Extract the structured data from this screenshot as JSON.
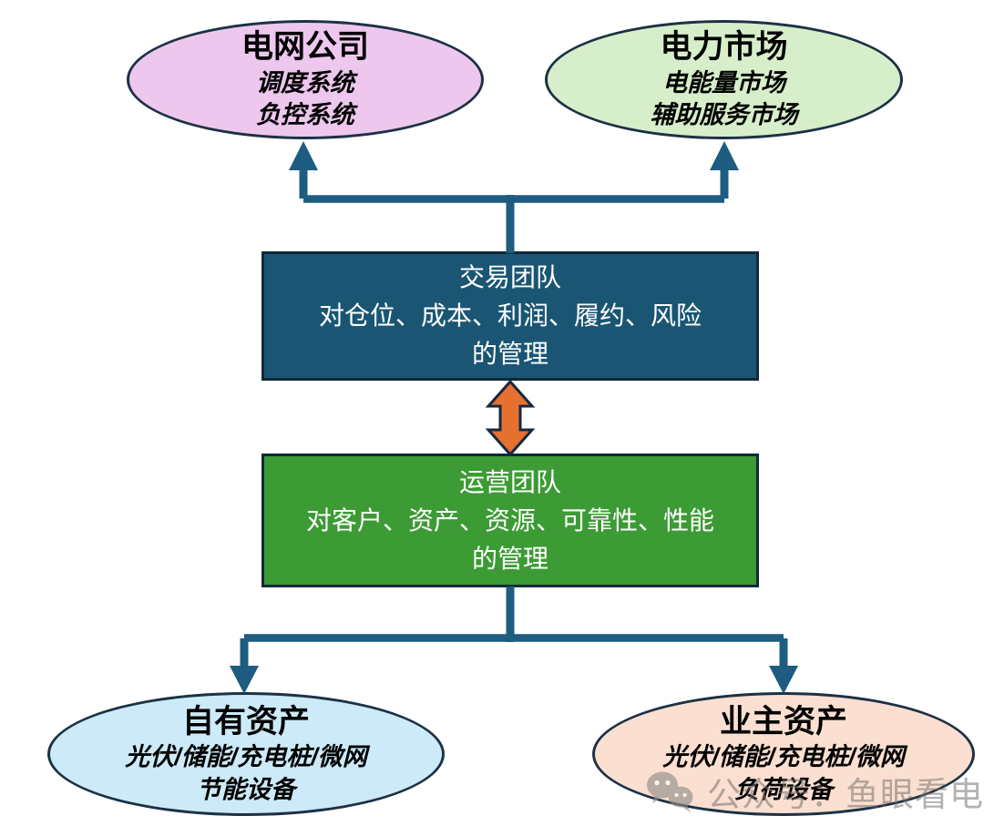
{
  "diagram": {
    "nodes": {
      "grid_company": {
        "title": "电网公司",
        "subtitle_lines": [
          "调度系统",
          "负控系统"
        ],
        "fill": "#edc7ed"
      },
      "power_market": {
        "title": "电力市场",
        "subtitle_lines": [
          "电能量市场",
          "辅助服务市场"
        ],
        "fill": "#d7eeca"
      },
      "trading_team": {
        "line1": "交易团队",
        "line2": "对仓位、成本、利润、履约、风险",
        "line3": "的管理",
        "fill": "#1a5674"
      },
      "operations_team": {
        "line1": "运营团队",
        "line2": "对客户、资产、资源、可靠性、性能",
        "line3": "的管理",
        "fill": "#3c9b34"
      },
      "own_assets": {
        "title": "自有资产",
        "subtitle_lines": [
          "光伏/储能/充电桩/微网",
          "节能设备"
        ],
        "fill": "#cdeaf8"
      },
      "owner_assets": {
        "title": "业主资产",
        "subtitle_lines": [
          "光伏/储能/充电桩/微网",
          "负荷设备"
        ],
        "fill": "#fbdfd0"
      }
    },
    "edges": [
      {
        "from": "trading_team",
        "to": "grid_company",
        "style": "arrow-up"
      },
      {
        "from": "trading_team",
        "to": "power_market",
        "style": "arrow-up"
      },
      {
        "from": "trading_team",
        "to": "operations_team",
        "style": "double-arrow"
      },
      {
        "from": "operations_team",
        "to": "own_assets",
        "style": "arrow-down"
      },
      {
        "from": "operations_team",
        "to": "owner_assets",
        "style": "arrow-down"
      }
    ],
    "colors": {
      "connector": "#1e5c80",
      "ellipse_border": "#1c3145",
      "box_border": "#10293a",
      "double_arrow": "#e5702f",
      "watermark_gray": "#9e9e9e"
    },
    "watermark": {
      "text": "公众号：鱼眼看电改",
      "icon": "wechat-icon"
    }
  }
}
